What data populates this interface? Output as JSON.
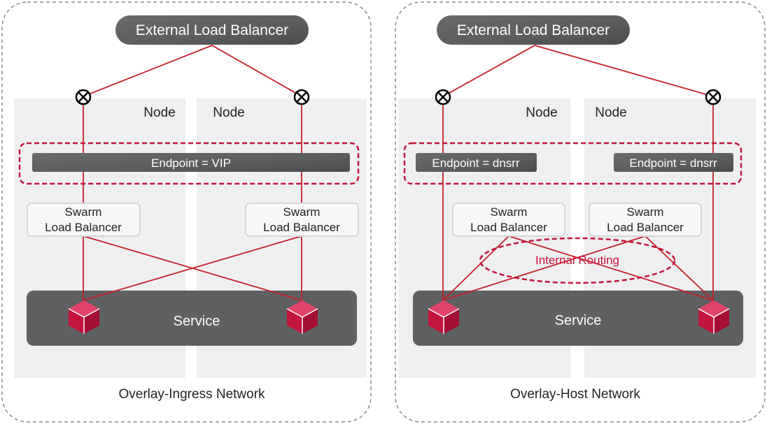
{
  "colors": {
    "accent": "#c3143c",
    "line": "#c4202a",
    "dark": "#5f6062",
    "node_bg": "#efeff0"
  },
  "left": {
    "external_lb": "External Load Balancer",
    "node_labels": [
      "Node",
      "Node"
    ],
    "endpoint": "Endpoint = VIP",
    "swarm_lb": [
      [
        "Swarm",
        "Load Balancer"
      ],
      [
        "Swarm",
        "Load Balancer"
      ]
    ],
    "service": "Service",
    "caption": "Overlay-Ingress Network"
  },
  "right": {
    "external_lb": "External Load Balancer",
    "node_labels": [
      "Node",
      "Node"
    ],
    "endpoints": [
      "Endpoint = dnsrr",
      "Endpoint = dnsrr"
    ],
    "swarm_lb": [
      [
        "Swarm",
        "Load Balancer"
      ],
      [
        "Swarm",
        "Load Balancer"
      ]
    ],
    "internal_routing": "Internal Routing",
    "service": "Service",
    "caption": "Overlay-Host Network"
  }
}
